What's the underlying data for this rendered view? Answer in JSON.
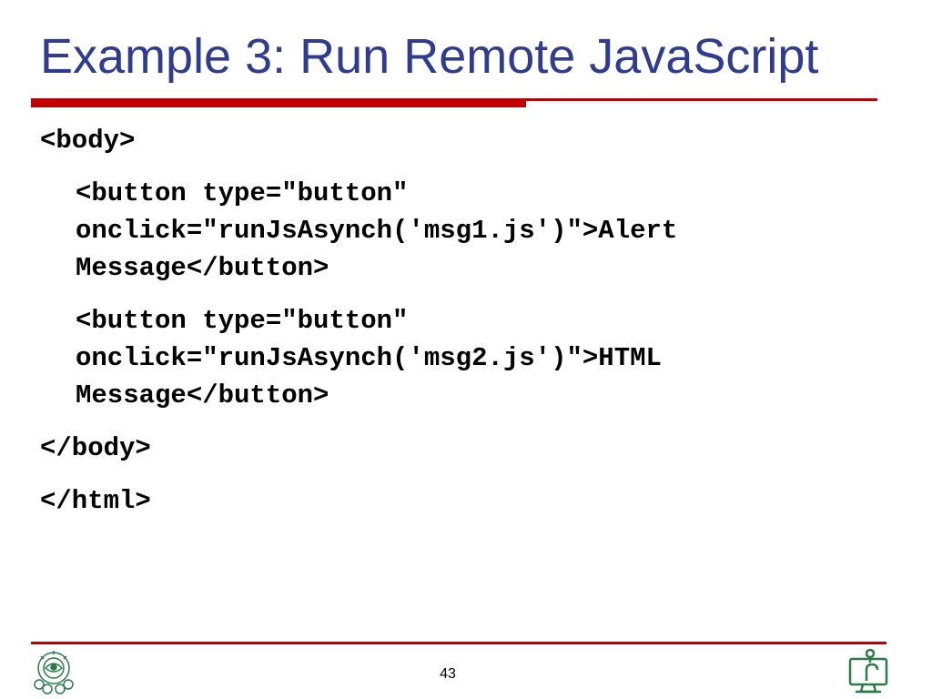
{
  "slide": {
    "title": "Example 3: Run Remote JavaScript",
    "page_number": "43"
  },
  "code": {
    "lines": [
      "<body>",
      "<button type=\"button\"",
      "onclick=\"runJsAsynch('msg1.js')\">Alert",
      "Message</button>",
      "<button type=\"button\"",
      "onclick=\"runJsAsynch('msg2.js')\">HTML",
      "Message</button>",
      "</body>",
      "</html>"
    ]
  },
  "logos": {
    "left_icon": "university-emblem-icon",
    "right_icon": "computer-department-icon"
  },
  "colors": {
    "title": "#2f3c8f",
    "accent_rule": "#c00000",
    "text": "#000000",
    "logo": "#2a7a4a"
  }
}
